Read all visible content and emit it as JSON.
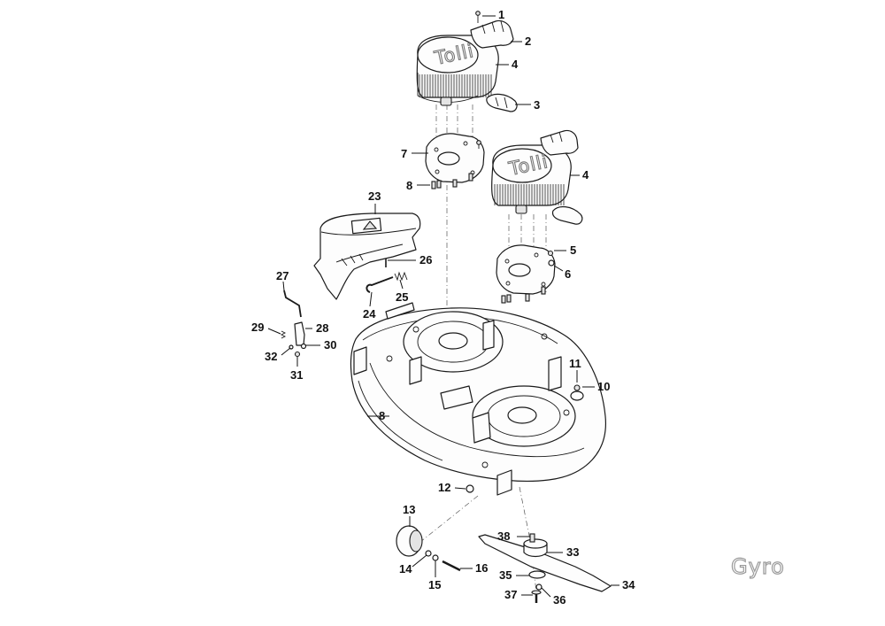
{
  "brand": "Gyro",
  "callouts": [
    {
      "id": "1",
      "text": "1"
    },
    {
      "id": "2",
      "text": "2"
    },
    {
      "id": "3",
      "text": "3"
    },
    {
      "id": "4a",
      "text": "4"
    },
    {
      "id": "4b",
      "text": "4"
    },
    {
      "id": "5",
      "text": "5"
    },
    {
      "id": "6",
      "text": "6"
    },
    {
      "id": "7",
      "text": "7"
    },
    {
      "id": "8a",
      "text": "8"
    },
    {
      "id": "8b",
      "text": "8"
    },
    {
      "id": "10",
      "text": "10"
    },
    {
      "id": "11",
      "text": "11"
    },
    {
      "id": "12",
      "text": "12"
    },
    {
      "id": "13",
      "text": "13"
    },
    {
      "id": "14",
      "text": "14"
    },
    {
      "id": "15",
      "text": "15"
    },
    {
      "id": "16",
      "text": "16"
    },
    {
      "id": "23",
      "text": "23"
    },
    {
      "id": "24",
      "text": "24"
    },
    {
      "id": "25",
      "text": "25"
    },
    {
      "id": "26",
      "text": "26"
    },
    {
      "id": "27",
      "text": "27"
    },
    {
      "id": "28",
      "text": "28"
    },
    {
      "id": "29",
      "text": "29"
    },
    {
      "id": "30",
      "text": "30"
    },
    {
      "id": "31",
      "text": "31"
    },
    {
      "id": "32",
      "text": "32"
    },
    {
      "id": "33",
      "text": "33"
    },
    {
      "id": "34",
      "text": "34"
    },
    {
      "id": "35",
      "text": "35"
    },
    {
      "id": "36",
      "text": "36"
    },
    {
      "id": "37",
      "text": "37"
    },
    {
      "id": "38",
      "text": "38"
    }
  ]
}
